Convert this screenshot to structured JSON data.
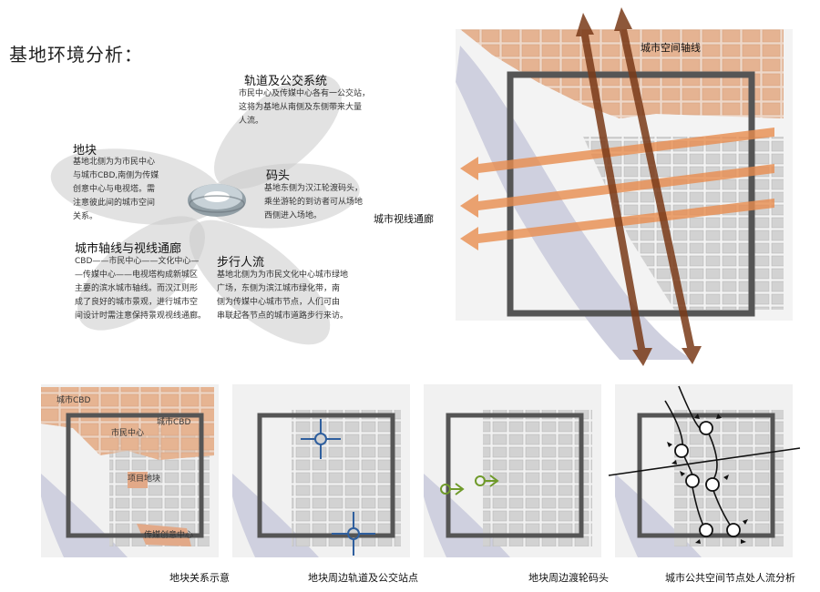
{
  "title": "基地环境分析：",
  "petals": {
    "rail": {
      "heading": "轨道及公交系统",
      "lines": [
        "市民中心及传媒中心各有一公交站，",
        "这将为基地从南侧及东侧带来大量",
        "人流。"
      ]
    },
    "plot": {
      "heading": "地块",
      "lines": [
        "基地北侧为为市民中心",
        "与城市CBD,南侧为传媒",
        "创意中心与电视塔。需",
        "注意彼此间的城市空间",
        "关系。"
      ]
    },
    "pier": {
      "heading": "码头",
      "lines": [
        "基地东侧为汉江轮渡码头，",
        "乘坐游轮的到访者可从场地",
        "西侧进入场地。"
      ]
    },
    "axis": {
      "heading": "城市轴线与视线通廊",
      "lines": [
        "CBD——市民中心——文化中心—",
        "—传媒中心——电视塔构成新城区",
        "主要的滨水城市轴线。而汉江则形",
        "成了良好的城市景观，进行城市空",
        "间设计时需注意保持景观视线通廊。"
      ]
    },
    "walk": {
      "heading": "步行人流",
      "lines": [
        "基地北侧为为市民文化中心城市绿地",
        "广场，东侧为滨江城市绿化带，南",
        "侧为传媒中心城市节点，人们可由",
        "串联起各节点的城市道路步行来访。"
      ]
    }
  },
  "main_map": {
    "axis_label": "城市空间轴线",
    "corridor_label": "城市视线通廊"
  },
  "map1": {
    "labels": [
      "城市CBD",
      "市民中心",
      "城市CBD",
      "项目地块",
      "传媒创意中心"
    ]
  },
  "captions": [
    "地块关系示意",
    "地块周边轨道及公交站点",
    "地块周边渡轮码头",
    "城市公共空间节点处人流分析"
  ],
  "colors": {
    "axis_brown": "#7a3a18",
    "corridor_orange": "#e98d4f",
    "district_fill": "#e9b896",
    "transit_blue": "#2f5f9e",
    "ferry_green": "#6f9a2a"
  }
}
